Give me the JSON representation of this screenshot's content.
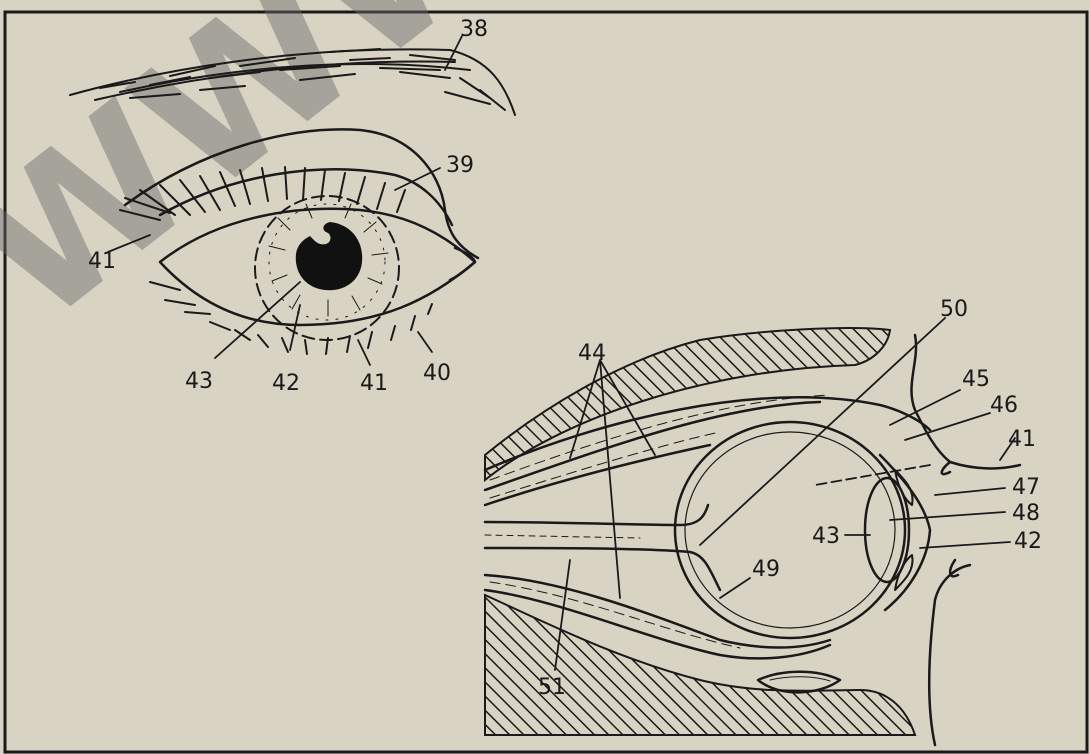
{
  "colors": {
    "paper": "#d9d3c4",
    "ink": "#1a1a1a",
    "watermark": "#6a6a6a"
  },
  "watermark": "WWW",
  "labels": {
    "l38": "38",
    "l39": "39",
    "l41_left": "41",
    "l43_front": "43",
    "l42_front": "42",
    "l41_front": "41",
    "l40": "40",
    "l50": "50",
    "l44": "44",
    "l45": "45",
    "l46": "46",
    "l41_side": "41",
    "l47": "47",
    "l48": "48",
    "l43_side": "43",
    "l42_side": "42",
    "l49": "49",
    "l51": "51"
  }
}
